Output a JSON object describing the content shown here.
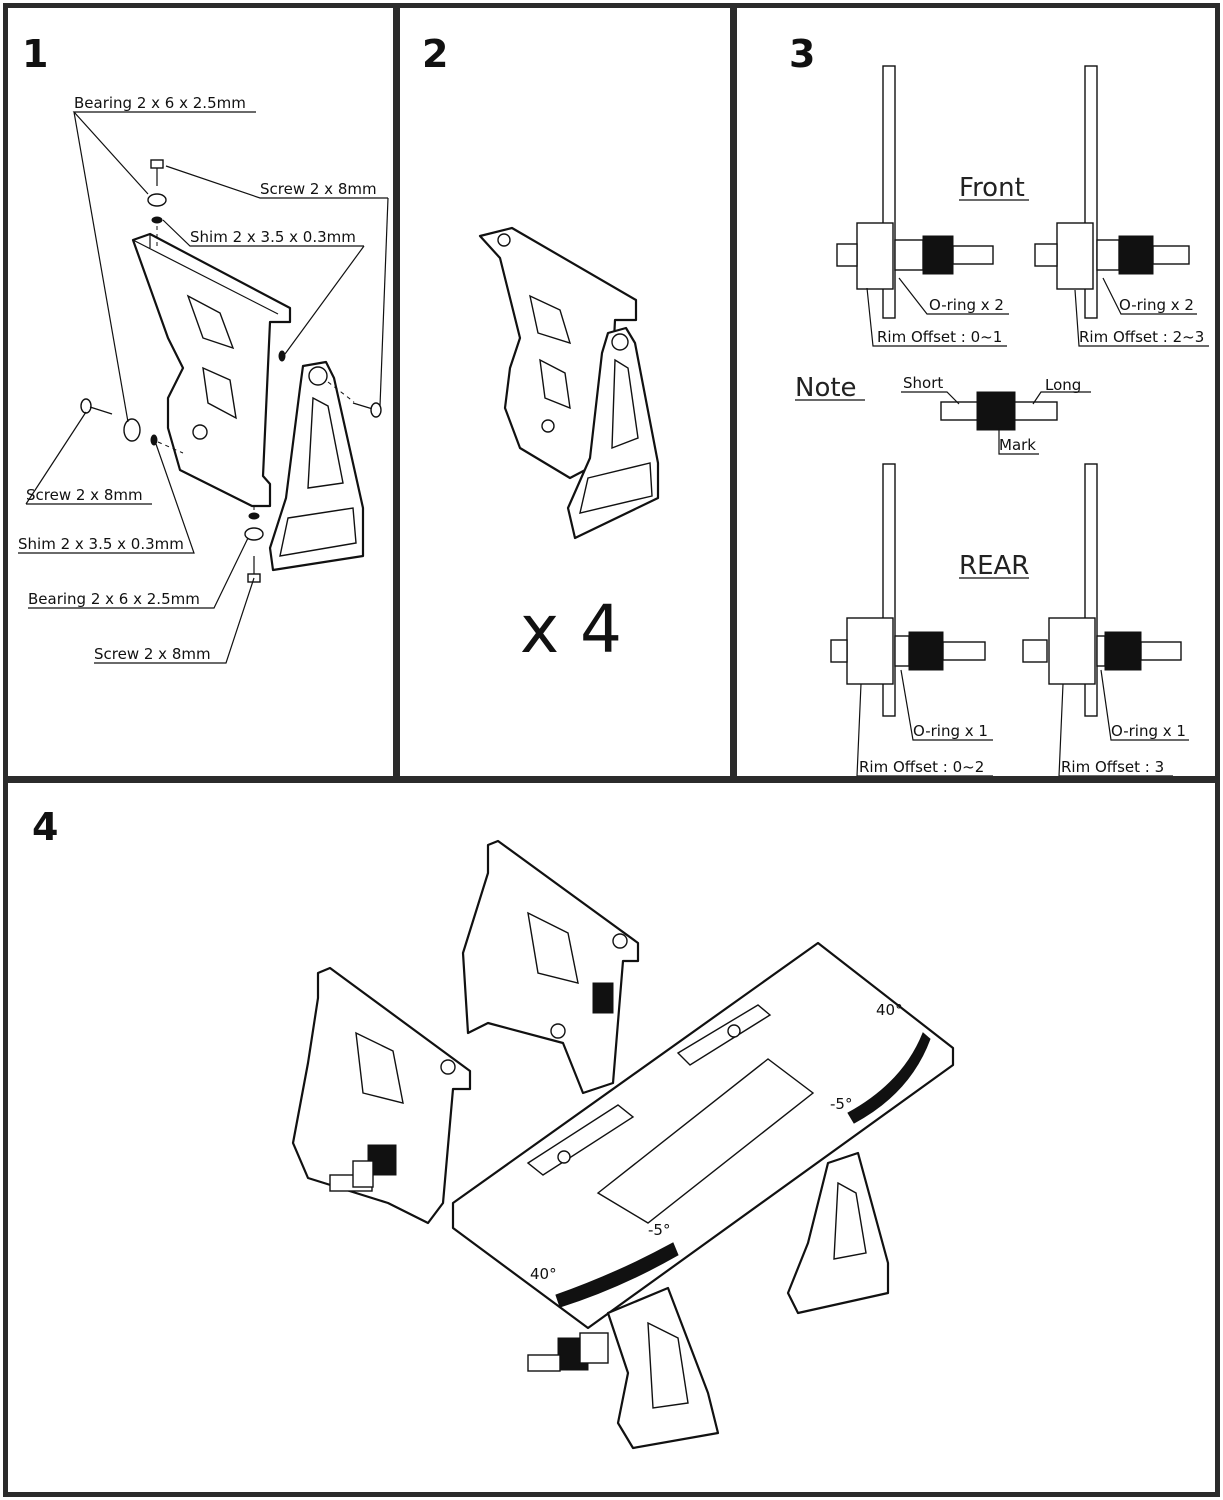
{
  "steps": [
    {
      "number": "1",
      "labels": {
        "bearing_top": "Bearing 2 x 6 x 2.5mm",
        "screw_top": "Screw 2 x 8mm",
        "shim_top": "Shim 2 x 3.5 x 0.3mm",
        "screw_left": "Screw 2 x 8mm",
        "shim_left": "Shim 2 x 3.5 x 0.3mm",
        "bearing_bottom": "Bearing 2 x 6 x 2.5mm",
        "screw_bottom": "Screw 2 x 8mm"
      }
    },
    {
      "number": "2",
      "quantity": "x 4"
    },
    {
      "number": "3",
      "front": {
        "title": "Front",
        "left": {
          "oring": "O-ring x 2",
          "offset": "Rim Offset : 0~1"
        },
        "right": {
          "oring": "O-ring x 2",
          "offset": "Rim Offset : 2~3"
        }
      },
      "note": {
        "title": "Note",
        "short": "Short",
        "long": "Long",
        "mark": "Mark"
      },
      "rear": {
        "title": "REAR",
        "left": {
          "oring": "O-ring x 1",
          "offset": "Rim Offset : 0~2"
        },
        "right": {
          "oring": "O-ring x 1",
          "offset": "Rim Offset : 3"
        }
      }
    },
    {
      "number": "4",
      "scale_top": "-5°",
      "scale_bottom": "-5°",
      "scale_top_end": "40°",
      "scale_bottom_end": "40°"
    }
  ],
  "colors": {
    "border": "#2b2b2b",
    "line": "#111111",
    "background": "#ffffff"
  }
}
